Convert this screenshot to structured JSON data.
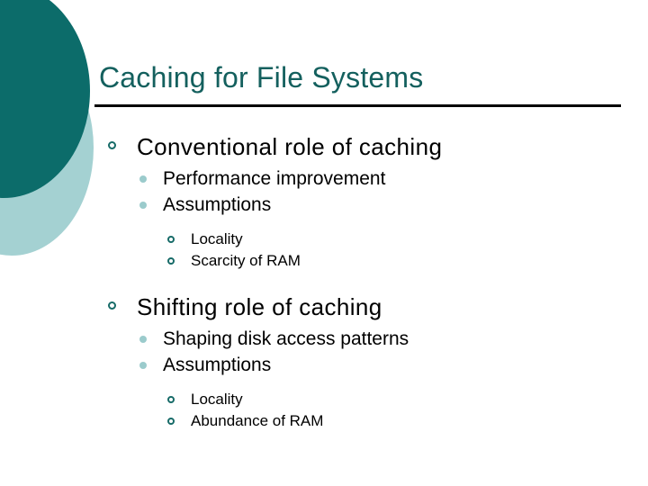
{
  "slide": {
    "title": "Caching for File Systems",
    "colors": {
      "title_text": "#14605e",
      "deco_dark": "#0c6c6a",
      "deco_light": "#a4d1d2",
      "bullet_ring": "#176b68",
      "bullet_dot": "#9bcbcc",
      "rule": "#000000",
      "body_text": "#000000",
      "background": "#ffffff"
    },
    "sections": [
      {
        "heading": "Conventional role of caching",
        "points": [
          {
            "text": "Performance improvement",
            "subpoints": []
          },
          {
            "text": "Assumptions",
            "subpoints": [
              "Locality",
              "Scarcity of RAM"
            ]
          }
        ]
      },
      {
        "heading": "Shifting role of caching",
        "points": [
          {
            "text": "Shaping disk access patterns",
            "subpoints": []
          },
          {
            "text": "Assumptions",
            "subpoints": [
              "Locality",
              "Abundance of RAM"
            ]
          }
        ]
      }
    ]
  }
}
